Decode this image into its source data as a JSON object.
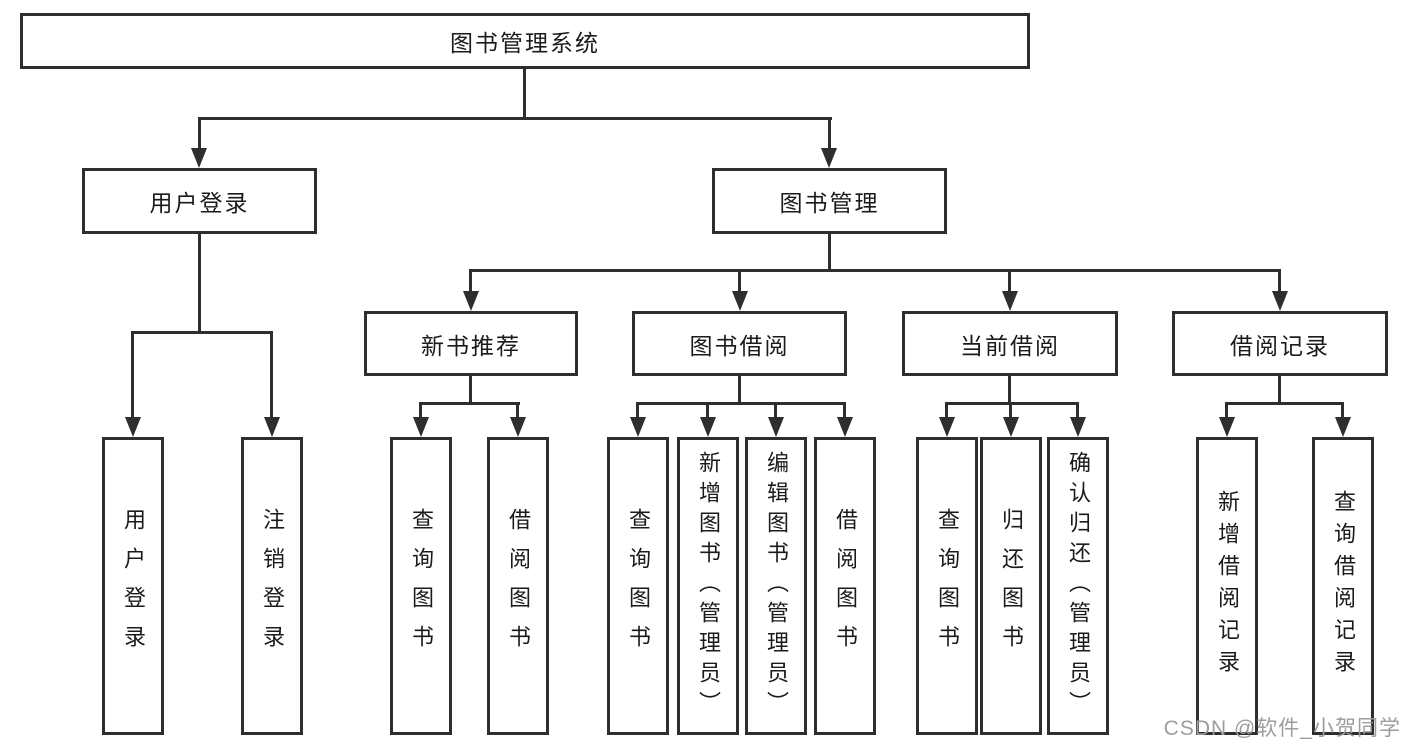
{
  "page": {
    "watermark": "CSDN @软件_小贺同学",
    "colors": {
      "line": "#2e2e2e",
      "text": "#1b1b1b",
      "box_background": "#ffffff",
      "watermark": "#9d9d9d"
    }
  },
  "tree": {
    "root": {
      "label": "图书管理系统"
    },
    "level2": [
      {
        "label": "用户登录"
      },
      {
        "label": "图书管理"
      }
    ],
    "level3": [
      {
        "label": "新书推荐"
      },
      {
        "label": "图书借阅"
      },
      {
        "label": "当前借阅"
      },
      {
        "label": "借阅记录"
      }
    ],
    "leaves": {
      "user_login": [
        "用户登录",
        "注销登录"
      ],
      "new_book": [
        "查询图书",
        "借阅图书"
      ],
      "book_borrow": [
        "查询图书",
        "新增图书（管理员）",
        "编辑图书（管理员）",
        "借阅图书"
      ],
      "current_borrow": [
        "查询图书",
        "归还图书",
        "确认归还（管理员）"
      ],
      "borrow_records": [
        "新增借阅记录",
        "查询借阅记录"
      ]
    }
  }
}
